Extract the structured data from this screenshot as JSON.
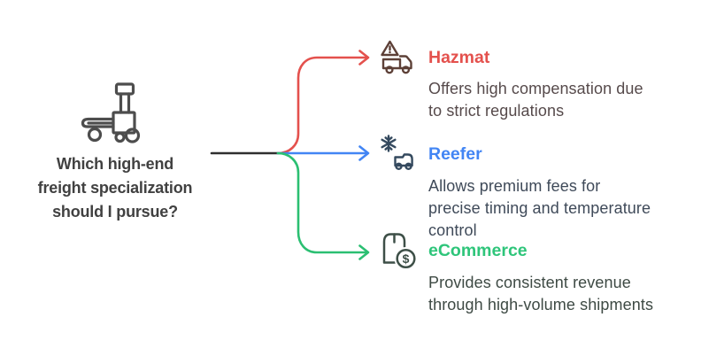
{
  "question": {
    "text": "Which high-end freight specialization should I pursue?",
    "lines": [
      "Which high-end",
      "freight specialization",
      "should I pursue?"
    ],
    "icon": "pallet-jack-icon",
    "text_color": "#414141",
    "icon_color": "#4d4d4d"
  },
  "branches": [
    {
      "id": "hazmat",
      "label": "Hazmat",
      "label_color": "#e4514d",
      "arrow_color": "#e4514d",
      "icon": "hazmat-warning-truck-icon",
      "icon_color": "#5d4037",
      "description": "Offers high compensation due to strict regulations",
      "description_lines": [
        "Offers high compensation due",
        "to strict regulations"
      ],
      "description_color": "#564a4b"
    },
    {
      "id": "reefer",
      "label": "Reefer",
      "label_color": "#4285f4",
      "arrow_color": "#4285f4",
      "icon": "reefer-snowflake-truck-icon",
      "icon_color": "#34495e",
      "description": "Allows premium fees for precise timing and temperature control",
      "description_lines": [
        "Allows premium fees for",
        "precise timing and temperature",
        "control"
      ],
      "description_color": "#3f4a59"
    },
    {
      "id": "ecommerce",
      "label": "eCommerce",
      "label_color": "#2ec57a",
      "arrow_color": "#2bbf72",
      "icon": "ecommerce-bag-dollar-icon",
      "icon_color": "#3d4f47",
      "currency_symbol": "$",
      "description": "Provides consistent revenue through high-volume shipments",
      "description_lines": [
        "Provides consistent revenue",
        "through high-volume shipments"
      ],
      "description_color": "#3e4a44"
    }
  ],
  "connector": {
    "trunk_color": "#2f2f2f"
  }
}
